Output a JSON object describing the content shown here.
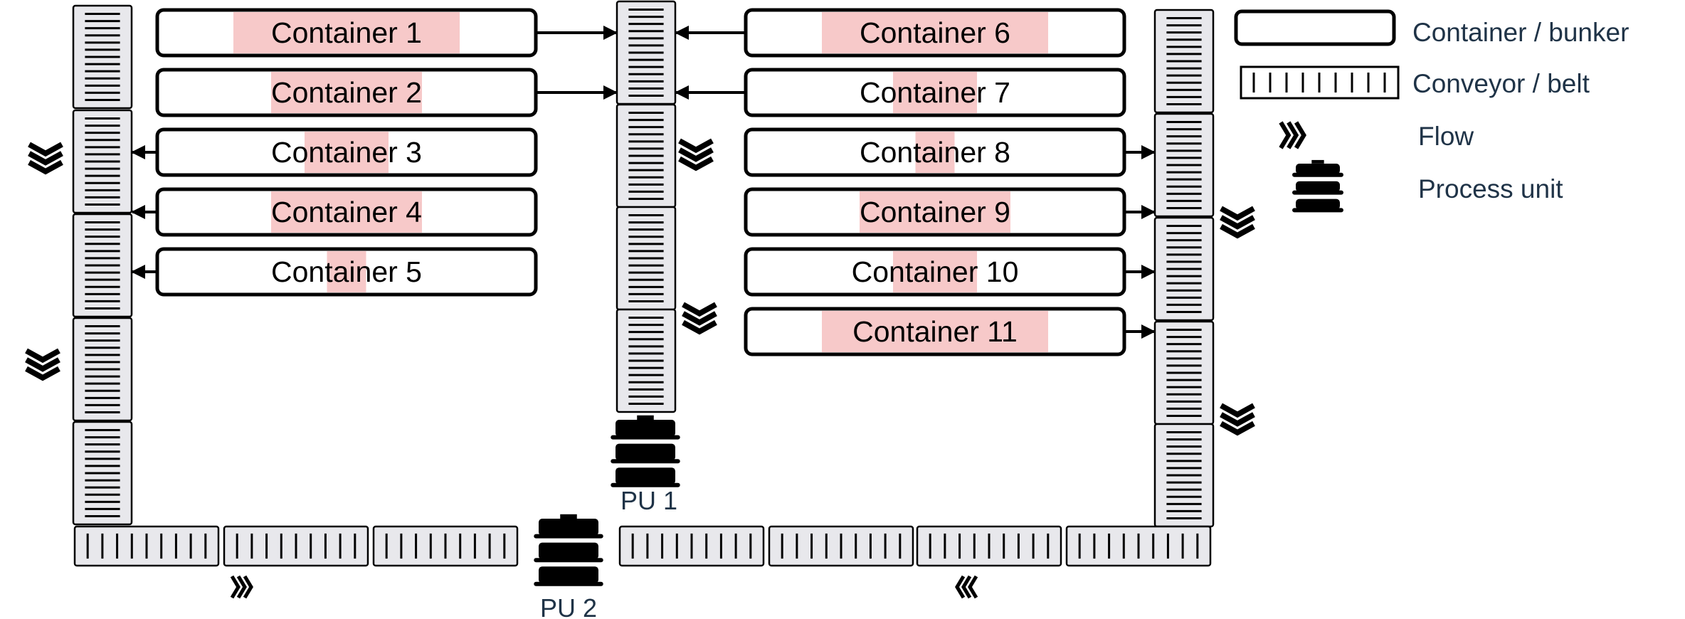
{
  "containers": [
    {
      "id": 1,
      "label": "Container 1",
      "highlight": "wide"
    },
    {
      "id": 2,
      "label": "Container 2",
      "highlight": "medium"
    },
    {
      "id": 3,
      "label": "Container 3",
      "highlight": "small"
    },
    {
      "id": 4,
      "label": "Container 4",
      "highlight": "medium"
    },
    {
      "id": 5,
      "label": "Container 5",
      "highlight": "tiny"
    },
    {
      "id": 6,
      "label": "Container 6",
      "highlight": "wide"
    },
    {
      "id": 7,
      "label": "Container 7",
      "highlight": "small"
    },
    {
      "id": 8,
      "label": "Container 8",
      "highlight": "tiny"
    },
    {
      "id": 9,
      "label": "Container 9",
      "highlight": "medium"
    },
    {
      "id": 10,
      "label": "Container 10",
      "highlight": "small"
    },
    {
      "id": 11,
      "label": "Container 11",
      "highlight": "wide"
    }
  ],
  "process_units": [
    {
      "id": "pu1",
      "label": "PU 1"
    },
    {
      "id": "pu2",
      "label": "PU 2"
    }
  ],
  "legend": [
    {
      "icon": "container-icon",
      "label": "Container / bunker"
    },
    {
      "icon": "conveyor-icon",
      "label": "Conveyor / belt"
    },
    {
      "icon": "flow-icon",
      "label": "Flow"
    },
    {
      "icon": "process-unit-icon",
      "label": "Process unit"
    }
  ],
  "colors": {
    "highlight": "#f7c9c9",
    "conveyor_fill": "#e8e8ec",
    "stroke": "#000000",
    "label_text": "#1f3347"
  }
}
